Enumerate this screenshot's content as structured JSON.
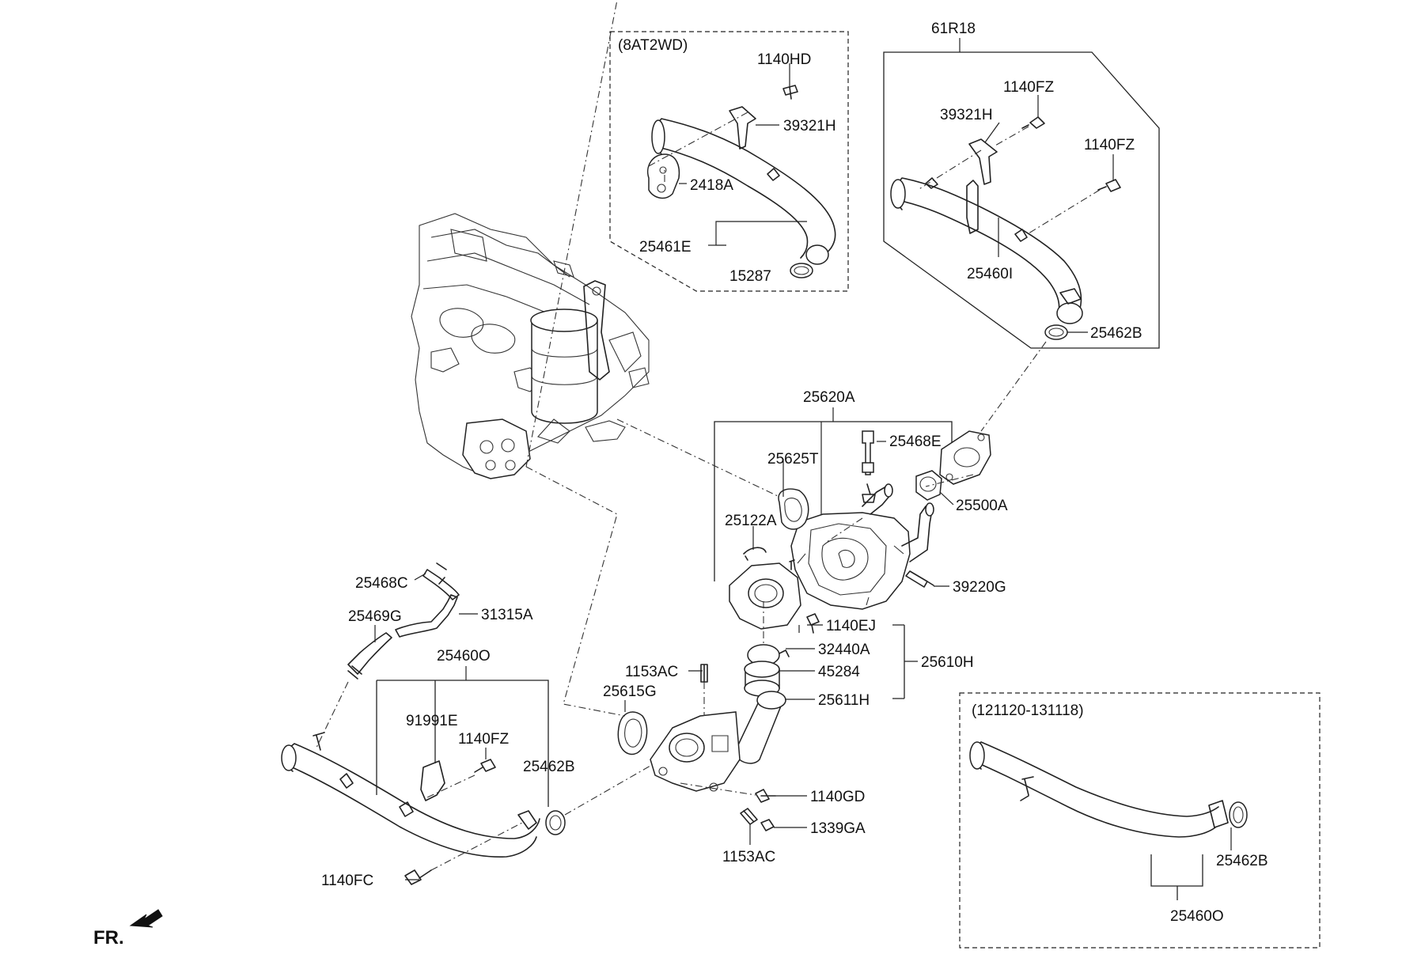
{
  "diagram": {
    "labels": {
      "variant_8at2wd": "(8AT2WD)",
      "p_1140HD": "1140HD",
      "p_39321H_a": "39321H",
      "p_2418A": "2418A",
      "p_25461E": "25461E",
      "p_15287": "15287",
      "p_61R18": "61R18",
      "p_1140FZ_a": "1140FZ",
      "p_39321H_b": "39321H",
      "p_1140FZ_b": "1140FZ",
      "p_25460I": "25460I",
      "p_25462B_a": "25462B",
      "p_25620A": "25620A",
      "p_25468E": "25468E",
      "p_25625T": "25625T",
      "p_25500A": "25500A",
      "p_25122A": "25122A",
      "p_39220G": "39220G",
      "p_25468C": "25468C",
      "p_31315A": "31315A",
      "p_25469G": "25469G",
      "p_25460O_a": "25460O",
      "p_1140EJ": "1140EJ",
      "p_32440A": "32440A",
      "p_45284": "45284",
      "p_25610H": "25610H",
      "p_1153AC_a": "1153AC",
      "p_25611H": "25611H",
      "p_25615G": "25615G",
      "p_91991E": "91991E",
      "p_1140FZ_c": "1140FZ",
      "p_25462B_b": "25462B",
      "p_1140GD": "1140GD",
      "p_1339GA": "1339GA",
      "p_1153AC_b": "1153AC",
      "p_1140FC": "1140FC",
      "variant_date": "(121120-131118)",
      "p_25462B_c": "25462B",
      "p_25460O_b": "25460O",
      "fr": "FR."
    }
  }
}
